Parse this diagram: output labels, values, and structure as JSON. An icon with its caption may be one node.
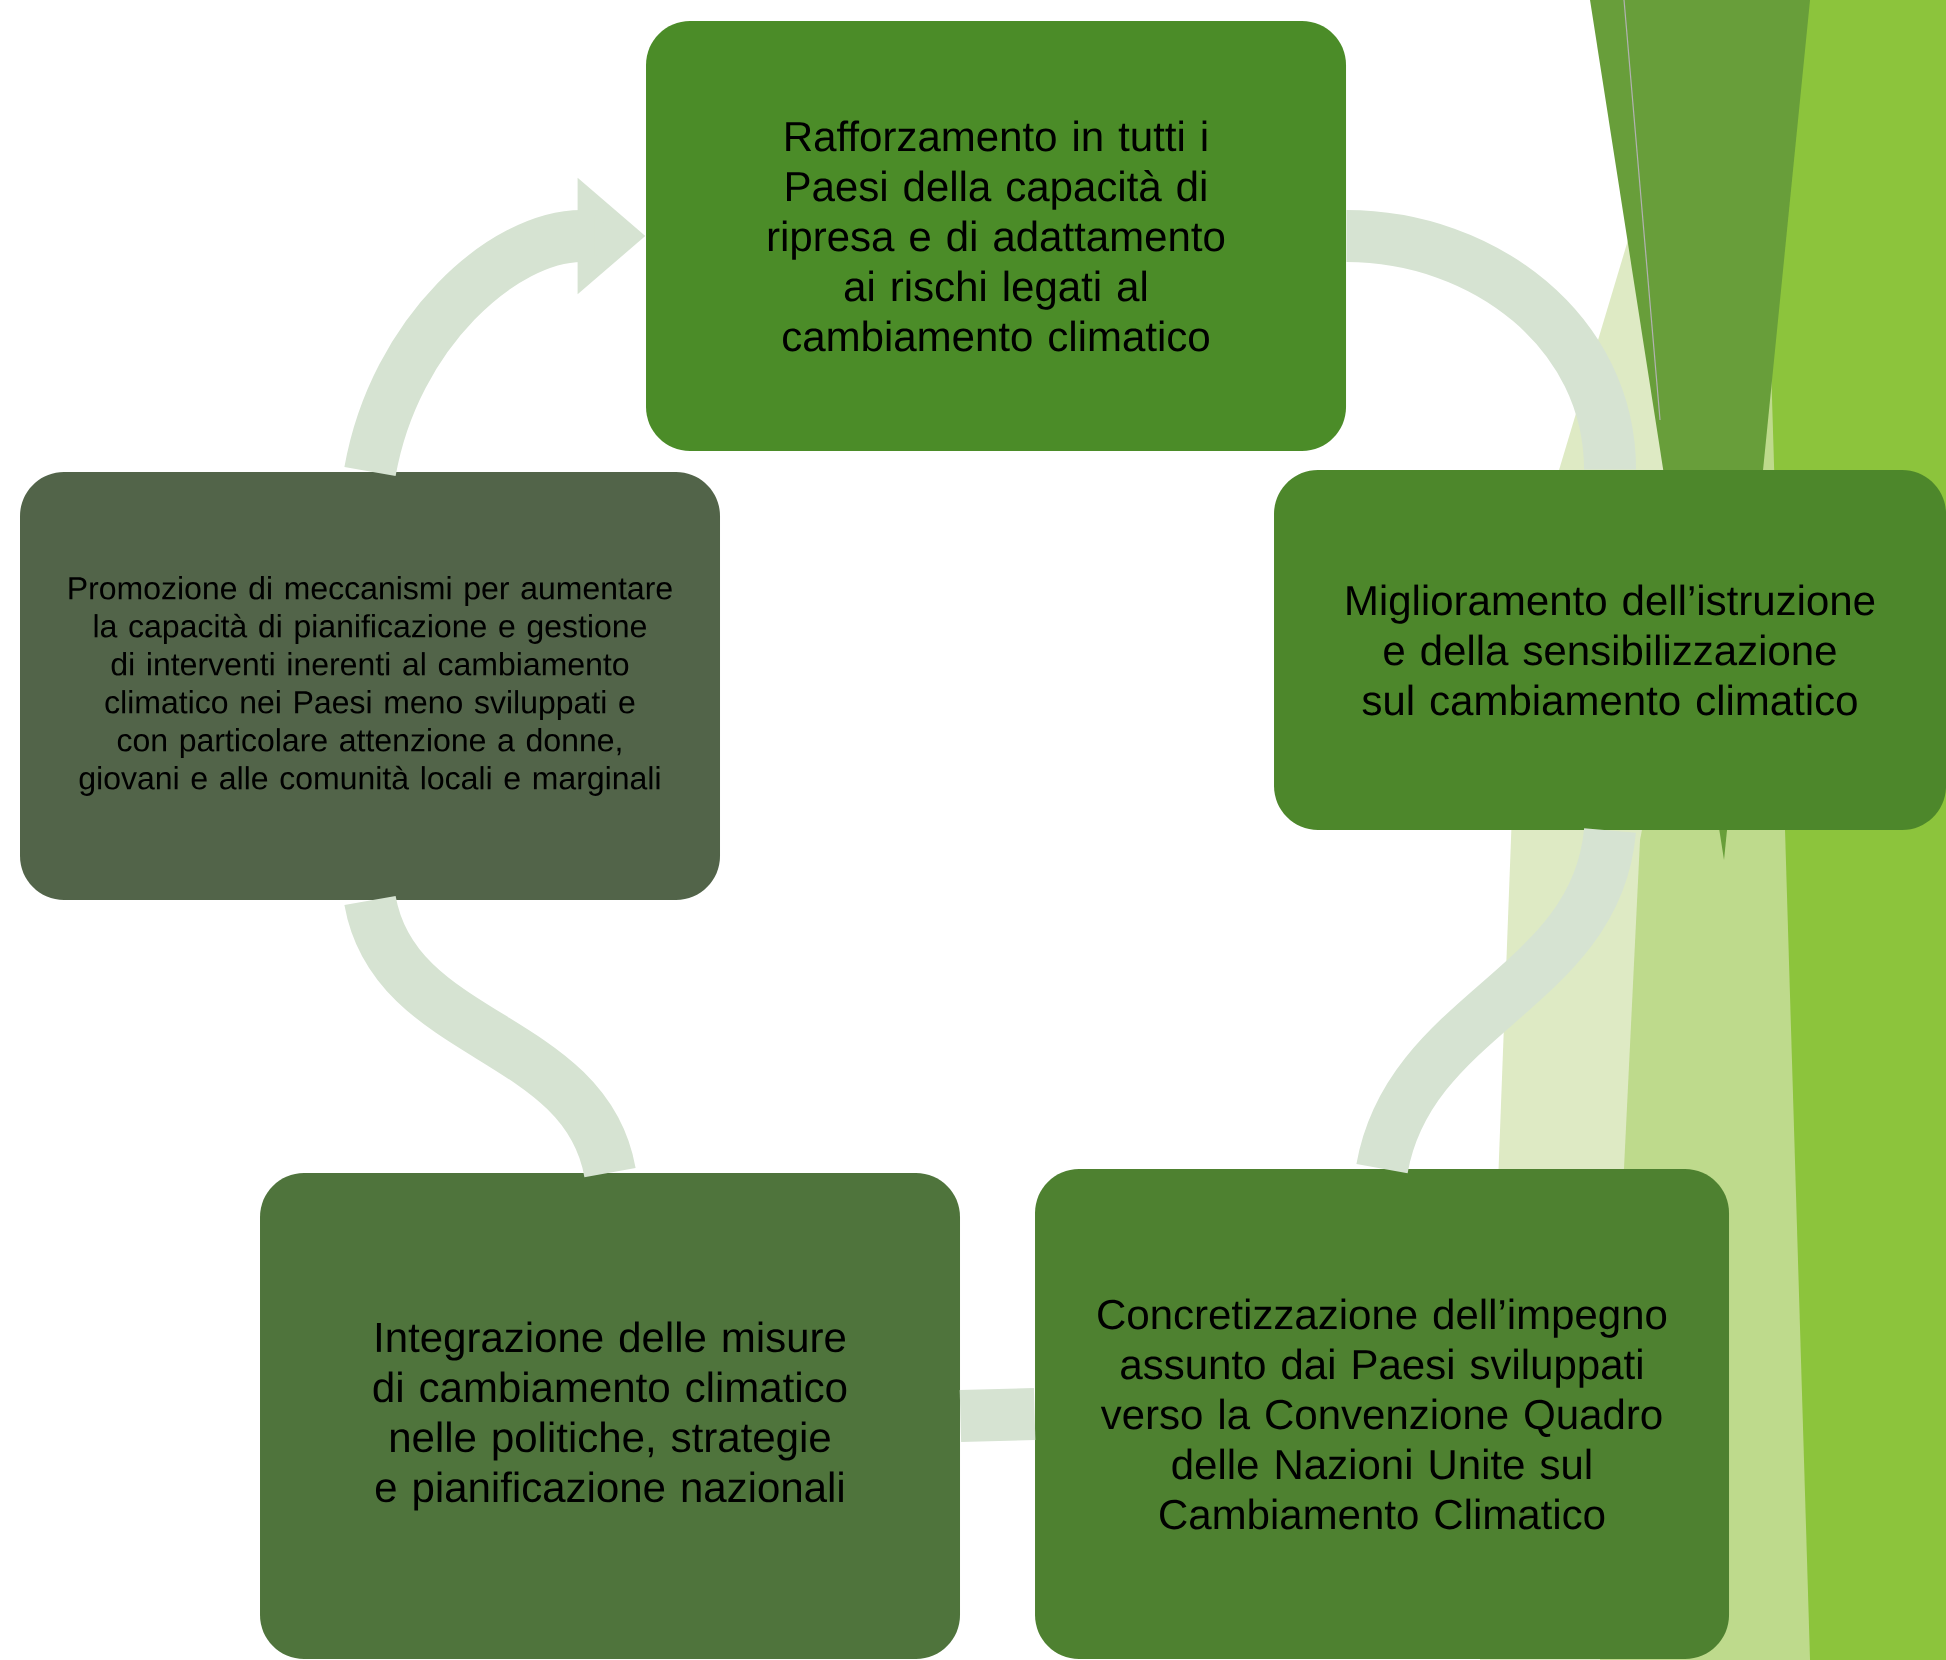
{
  "diagram": {
    "nodes": [
      {
        "text": [
          "Rafforzamento in tutti i Paesi della capacità di ripresa e di adattamento ai rischi legati al cambiamento climatico"
        ]
      },
      {
        "text": [
          "Miglioramento dell’istruzione e della sensibilizzazione sul cambiamento climatico"
        ]
      },
      {
        "text": [
          "Concretizzazione dell’impegno assunto dai Paesi sviluppati verso la Convenzione Quadro delle Nazioni Unite sul Cambiamento Climatico"
        ]
      },
      {
        "text": [
          "Integrazione delle misure di cambiamento climatico nelle politiche, strategie e pianificazione nazionali"
        ]
      },
      {
        "text": [
          "Promozione di meccanismi per aumentare la capacità di pianificazione e gestione di interventi inerenti al cambiamento climatico nei Paesi meno sviluppati e con particolare attenzione a donne, giovani e alle comunità locali e marginali"
        ]
      }
    ],
    "edges": [
      {
        "from": 0,
        "to": 1,
        "arrow": "none"
      },
      {
        "from": 1,
        "to": 2,
        "arrow": "none"
      },
      {
        "from": 2,
        "to": 3,
        "arrow": "none"
      },
      {
        "from": 3,
        "to": 4,
        "arrow": "none"
      },
      {
        "from": 4,
        "to": 0,
        "arrow": "to"
      }
    ]
  }
}
